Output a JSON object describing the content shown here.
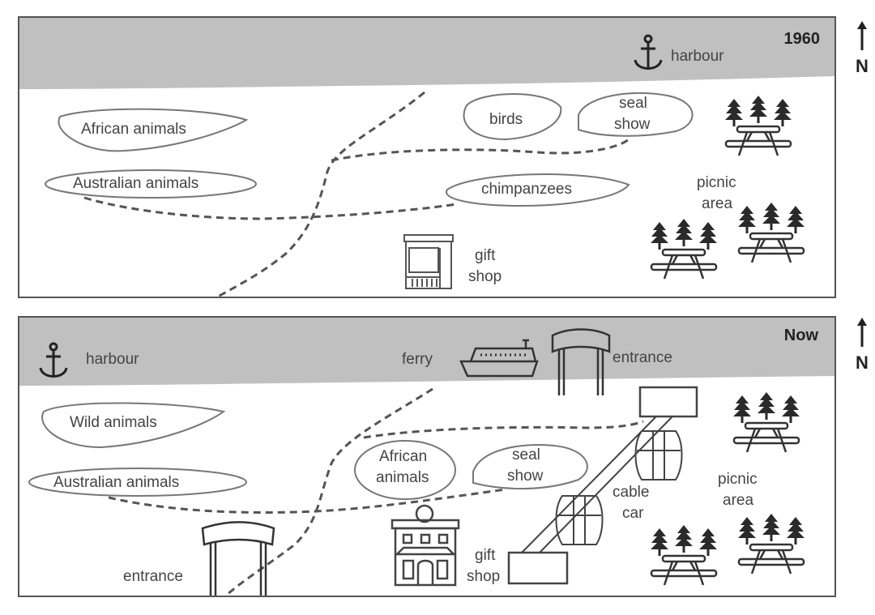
{
  "maps": [
    {
      "id": "1960",
      "title": "1960",
      "sea_color": "#c0c0c0",
      "labels": {
        "harbour": "harbour",
        "african_animals": "African animals",
        "australian_animals": "Australian animals",
        "birds": "birds",
        "seal_show_1": "seal",
        "seal_show_2": "show",
        "chimpanzees": "chimpanzees",
        "picnic_area_1": "picnic",
        "picnic_area_2": "area",
        "gift_shop_1": "gift",
        "gift_shop_2": "shop"
      },
      "icons": [
        "anchor-icon",
        "shop-icon",
        "picnic-table-icon",
        "picnic-table-icon",
        "picnic-table-icon"
      ]
    },
    {
      "id": "now",
      "title": "Now",
      "sea_color": "#c0c0c0",
      "labels": {
        "harbour": "harbour",
        "ferry": "ferry",
        "entrance_north": "entrance",
        "wild_animals": "Wild animals",
        "australian_animals": "Australian animals",
        "african_animals_1": "African",
        "african_animals_2": "animals",
        "seal_show_1": "seal",
        "seal_show_2": "show",
        "cable_car_1": "cable",
        "cable_car_2": "car",
        "picnic_area_1": "picnic",
        "picnic_area_2": "area",
        "gift_shop_1": "gift",
        "gift_shop_2": "shop",
        "entrance_south": "entrance"
      },
      "icons": [
        "anchor-icon",
        "ferry-icon",
        "entrance-arch-icon",
        "cable-car-icon",
        "building-icon",
        "entrance-arch-icon",
        "picnic-table-icon"
      ]
    }
  ],
  "compass": {
    "label": "N"
  }
}
